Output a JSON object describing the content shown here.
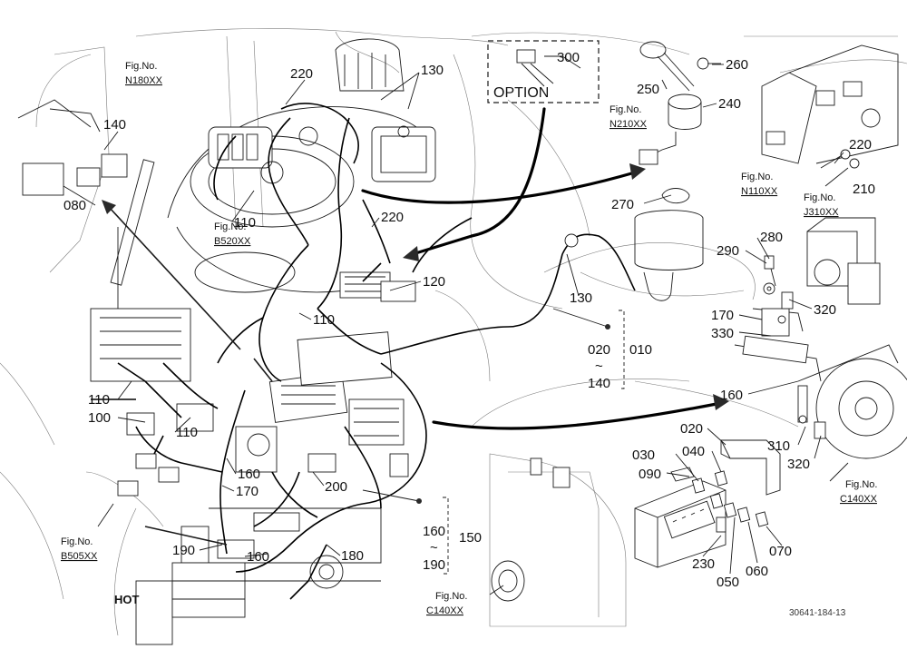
{
  "diagram": {
    "drawing_code": "30641-184-13",
    "option_label": "OPTION",
    "hot_label": "HOT",
    "fig_refs": [
      {
        "prefix": "Fig.No.",
        "code": "N180XX"
      },
      {
        "prefix": "Fig.No.",
        "code": "B520XX"
      },
      {
        "prefix": "Fig.No.",
        "code": "N210XX"
      },
      {
        "prefix": "Fig.No.",
        "code": "N110XX"
      },
      {
        "prefix": "Fig.No.",
        "code": "J310XX"
      },
      {
        "prefix": "Fig.No.",
        "code": "B505XX"
      },
      {
        "prefix": "Fig.No.",
        "code": "C140XX"
      },
      {
        "prefix": "Fig.No.",
        "code": "C140XX"
      }
    ],
    "callouts": [
      "220",
      "130",
      "140",
      "080",
      "110",
      "220",
      "120",
      "110",
      "110",
      "100",
      "110",
      "160",
      "170",
      "200",
      "190",
      "160",
      "180",
      "300",
      "260",
      "250",
      "240",
      "220",
      "210",
      "270",
      "130",
      "290",
      "280",
      "320",
      "170",
      "330",
      "160",
      "310",
      "320",
      "020",
      "040",
      "030",
      "090",
      "230",
      "050",
      "060",
      "070"
    ],
    "ranges": [
      {
        "top": "020",
        "tilde": "~",
        "bottom": "140",
        "group": "010"
      },
      {
        "top": "160",
        "tilde": "~",
        "bottom": "190",
        "group": "150"
      }
    ]
  }
}
